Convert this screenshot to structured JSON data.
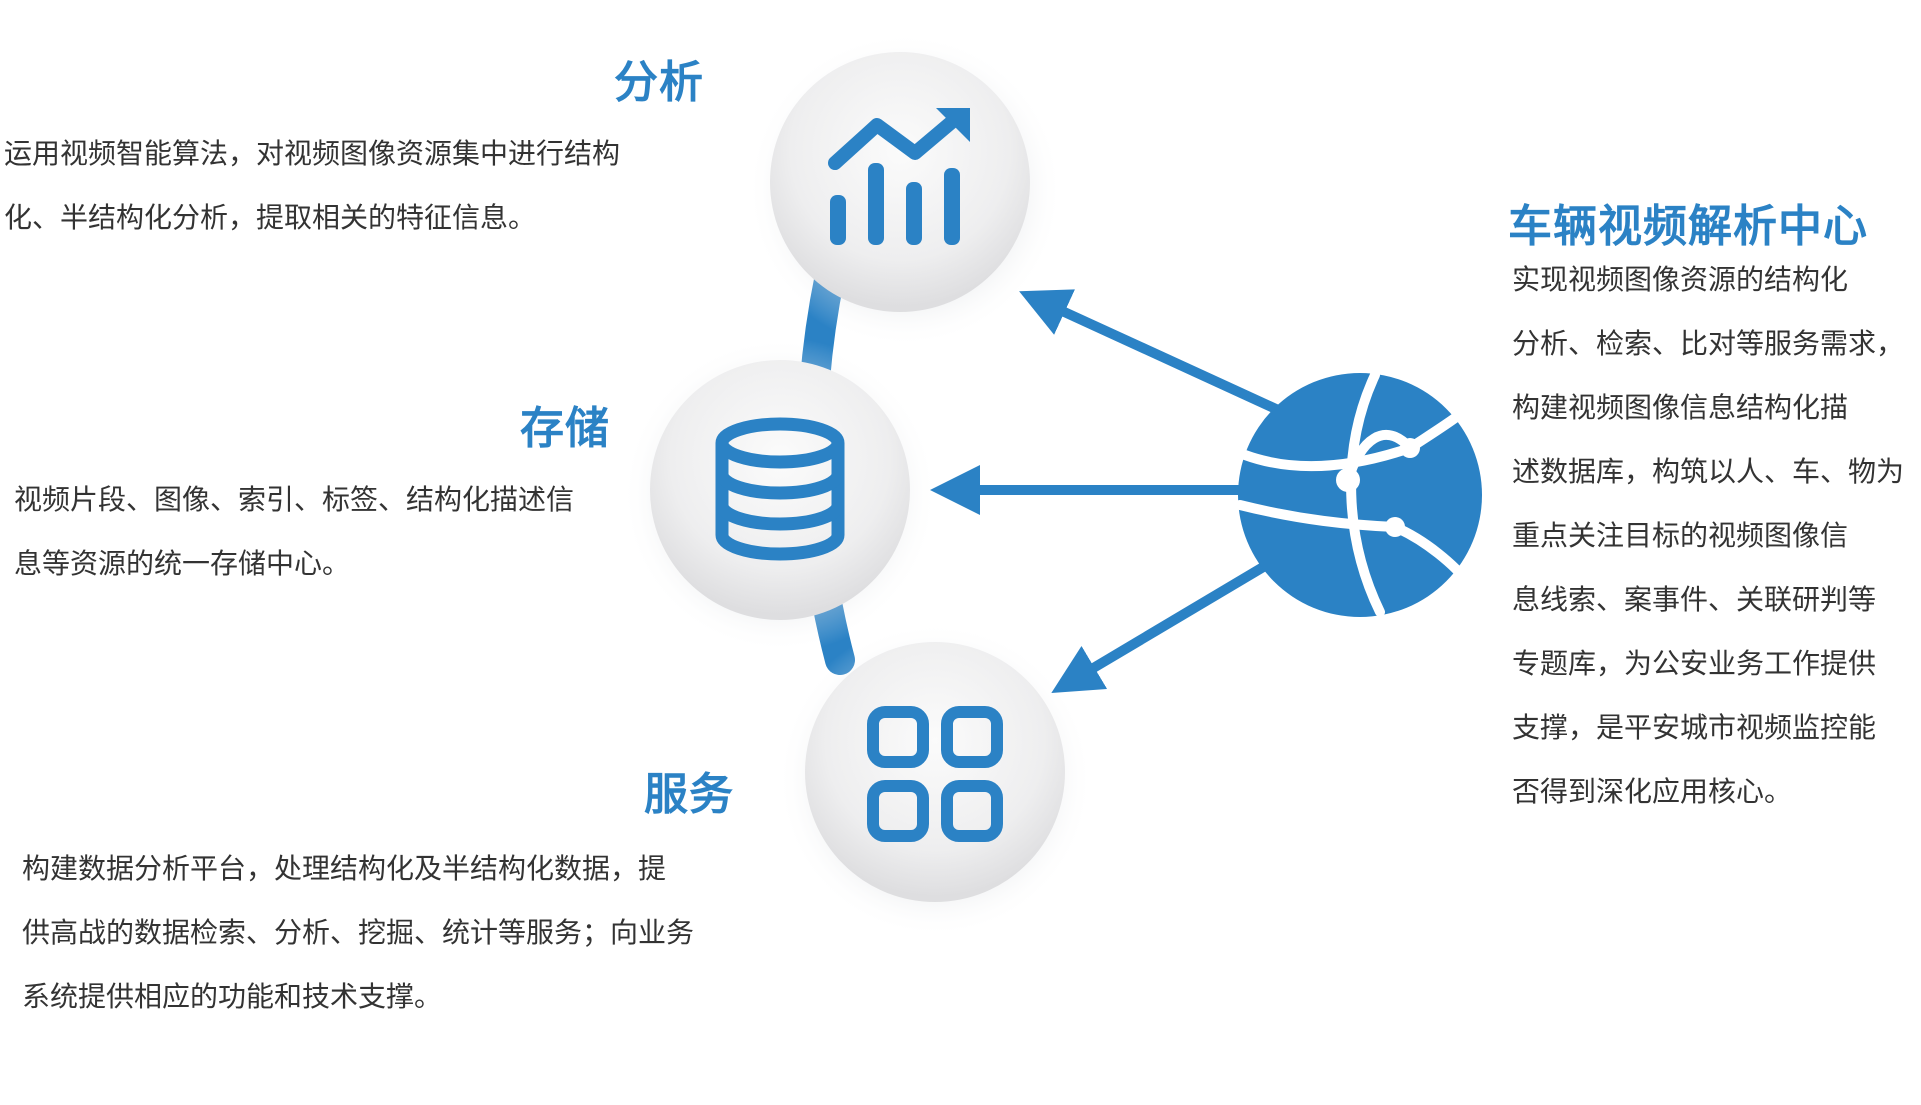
{
  "colors": {
    "accent": "#2b82c5",
    "body_text": "#333333",
    "circle_fill": "#f1f1f2"
  },
  "icons": {
    "analysis": "chart-trend-up-icon",
    "storage": "database-icon",
    "service": "grid-apps-icon",
    "hub": "globe-network-icon"
  },
  "analysis": {
    "title": "分析",
    "lines": [
      "运用视频智能算法，对视频图像资源集中进行结构",
      "化、半结构化分析，提取相关的特征信息。"
    ]
  },
  "storage": {
    "title": "存储",
    "lines": [
      "视频片段、图像、索引、标签、结构化描述信",
      "息等资源的统一存储中心。"
    ]
  },
  "service": {
    "title": "服务",
    "lines": [
      "构建数据分析平台，处理结构化及半结构化数据，提",
      "供高战的数据检索、分析、挖掘、统计等服务；向业务",
      "系统提供相应的功能和技术支撑。"
    ]
  },
  "center": {
    "title": "车辆视频解析中心",
    "lines": [
      "实现视频图像资源的结构化",
      "分析、检索、比对等服务需求，",
      "构建视频图像信息结构化描",
      "述数据库，构筑以人、车、物为",
      "重点关注目标的视频图像信",
      "息线索、案事件、关联研判等",
      "专题库，为公安业务工作提供",
      "支撑，是平安城市视频监控能",
      "否得到深化应用核心。"
    ]
  }
}
